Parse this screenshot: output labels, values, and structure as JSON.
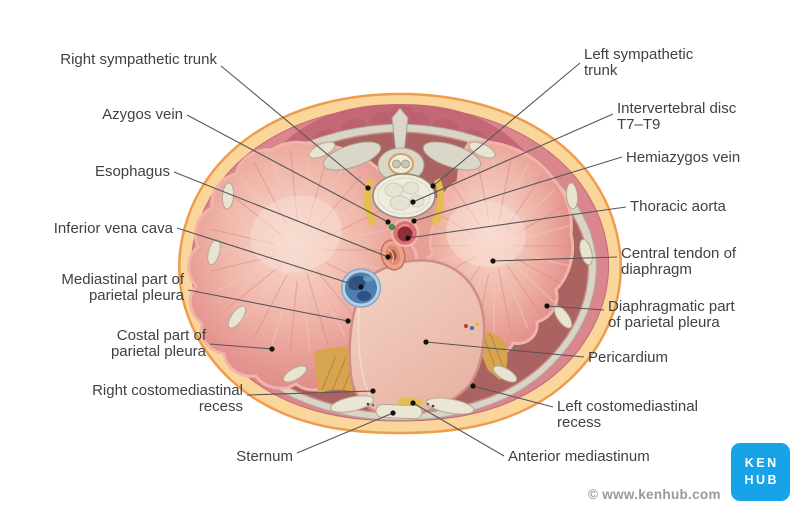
{
  "figure": {
    "description": "Transverse cross-section of the thorax at the level of the diaphragm, inferior view, with labeled anatomical structures",
    "labels_left": [
      {
        "id": "right-sympathetic-trunk",
        "lines": [
          "Right sympathetic trunk"
        ]
      },
      {
        "id": "azygos-vein",
        "lines": [
          "Azygos vein"
        ]
      },
      {
        "id": "esophagus",
        "lines": [
          "Esophagus"
        ]
      },
      {
        "id": "inferior-vena-cava",
        "lines": [
          "Inferior vena cava"
        ]
      },
      {
        "id": "mediastinal-part-of-parietal-pleura",
        "lines": [
          "Mediastinal part of",
          "parietal pleura"
        ]
      },
      {
        "id": "costal-part-of-parietal-pleura",
        "lines": [
          "Costal part of",
          "parietal pleura"
        ]
      },
      {
        "id": "right-costomediastinal-recess",
        "lines": [
          "Right costomediastinal",
          "recess"
        ]
      },
      {
        "id": "sternum",
        "lines": [
          "Sternum"
        ]
      }
    ],
    "labels_right": [
      {
        "id": "left-sympathetic-trunk",
        "lines": [
          "Left sympathetic",
          "trunk"
        ]
      },
      {
        "id": "intervertebral-disc-t7-t9",
        "lines": [
          "Intervertebral disc",
          "T7–T9"
        ]
      },
      {
        "id": "hemiazygos-vein",
        "lines": [
          "Hemiazygos vein"
        ]
      },
      {
        "id": "thoracic-aorta",
        "lines": [
          "Thoracic aorta"
        ]
      },
      {
        "id": "central-tendon-of-diaphragm",
        "lines": [
          "Central tendon of",
          "diaphragm"
        ]
      },
      {
        "id": "diaphragmatic-part-of-parietal-pleura",
        "lines": [
          "Diaphragmatic part",
          "of parietal pleura"
        ]
      },
      {
        "id": "pericardium",
        "lines": [
          "Pericardium"
        ]
      },
      {
        "id": "left-costomediastinal-recess",
        "lines": [
          "Left costomediastinal",
          "recess"
        ]
      },
      {
        "id": "anterior-mediastinum",
        "lines": [
          "Anterior mediastinum"
        ]
      }
    ],
    "colors": {
      "skin_outline": "#ee9c4e",
      "fat_layer": "#fbd69b",
      "muscle_ring": "#d9868d",
      "back_muscle": "#c46876",
      "fascia_gray": "#d8d4c6",
      "cavity": "#aa6361",
      "diaphragm": "#e29390",
      "central_tendon": "#f6dcd1",
      "pericardium": "#f0c9ba",
      "aorta_wall": "#db6f77",
      "aorta_lumen": "#8f2e3a",
      "ivc_blue": "#4d7eae",
      "bone_cream": "#ebe6d3",
      "golden_muscle": "#d7a44f",
      "leader_line": "#565656",
      "label_text": "#414141",
      "dot_black": "#111111",
      "dot_green": "#2f9e44"
    }
  },
  "branding": {
    "copyright": "© www.kenhub.com",
    "copyright_color": "#97999b",
    "logo_line1": "KEN",
    "logo_line2": "HUB",
    "logo_color": "#18a2e8"
  }
}
